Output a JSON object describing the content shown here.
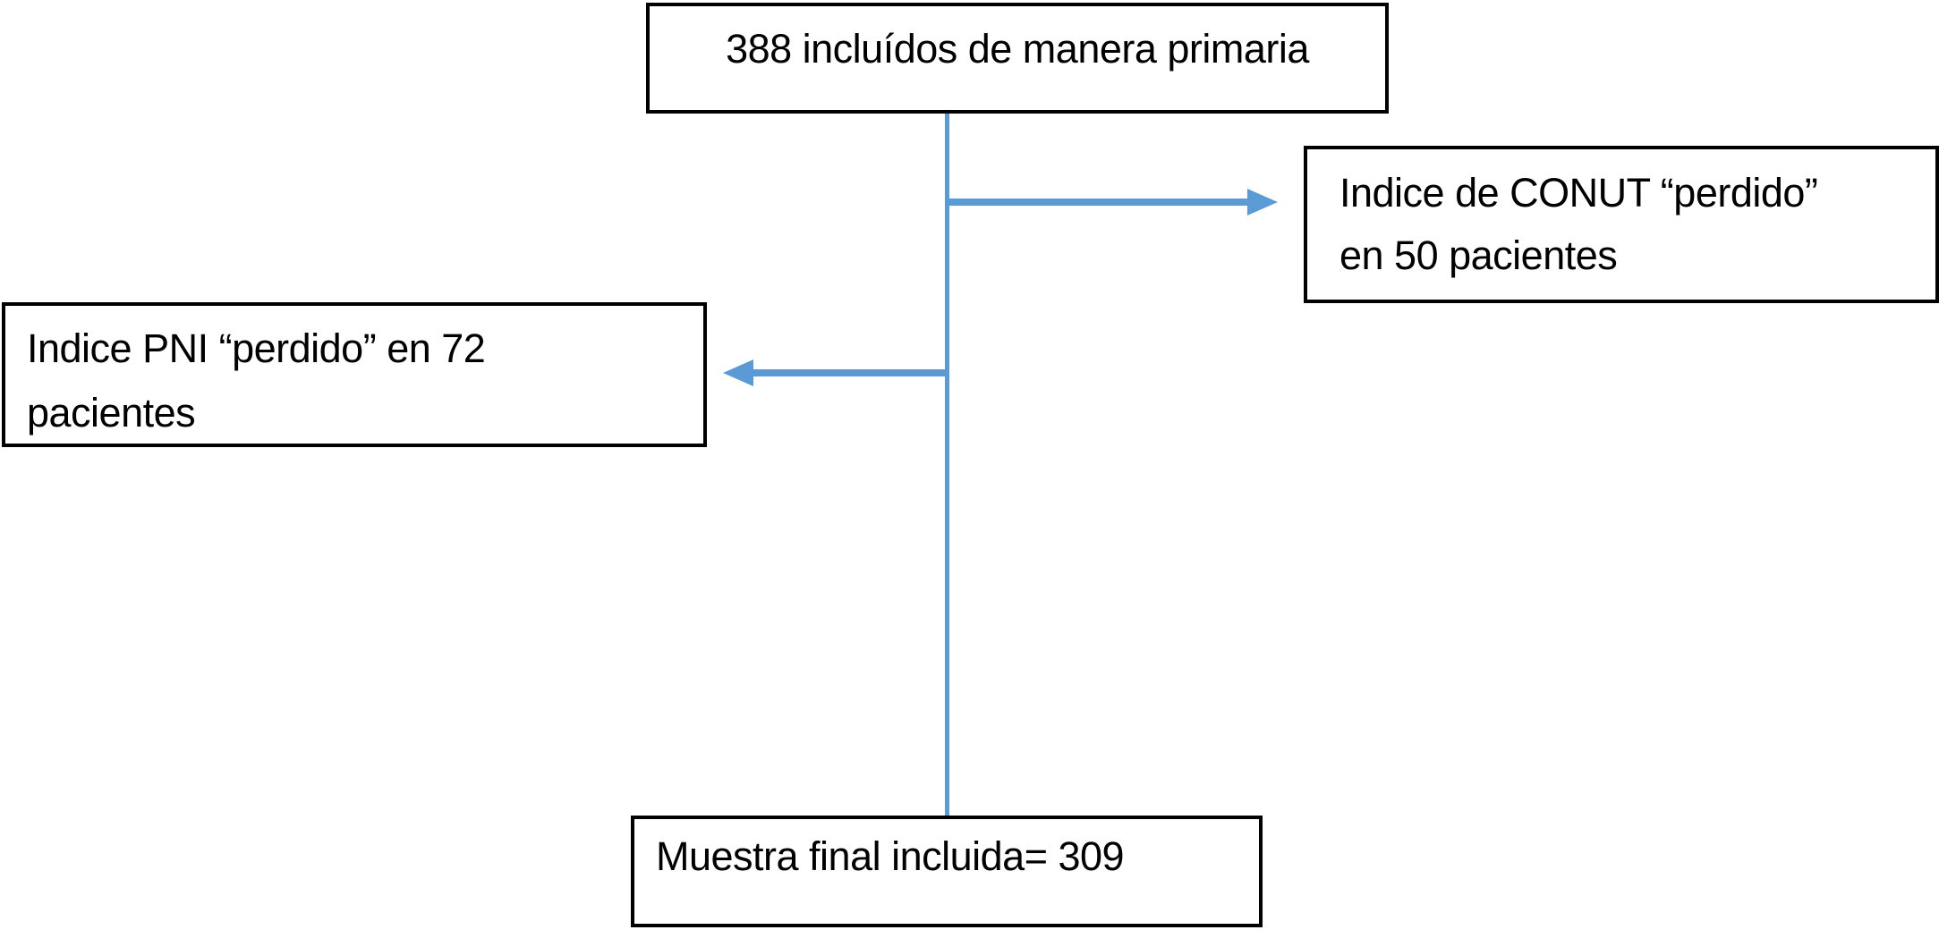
{
  "page": {
    "background": "#ffffff"
  },
  "diagram": {
    "type": "flowchart",
    "connector_color": "#5B9BD5",
    "box_border_color": "#000000",
    "box_fill_color": "#ffffff",
    "text_color": "#000000",
    "nodes": {
      "included_primary": {
        "text": "388 incluídos de manera primaria"
      },
      "conut_lost": {
        "line1": "Indice de CONUT “perdido”",
        "line2": "en 50 pacientes"
      },
      "pni_lost": {
        "line1": "Indice PNI “perdido” en 72",
        "line2": "pacientes"
      },
      "final_sample": {
        "text": "Muestra final incluida= 309"
      }
    }
  }
}
